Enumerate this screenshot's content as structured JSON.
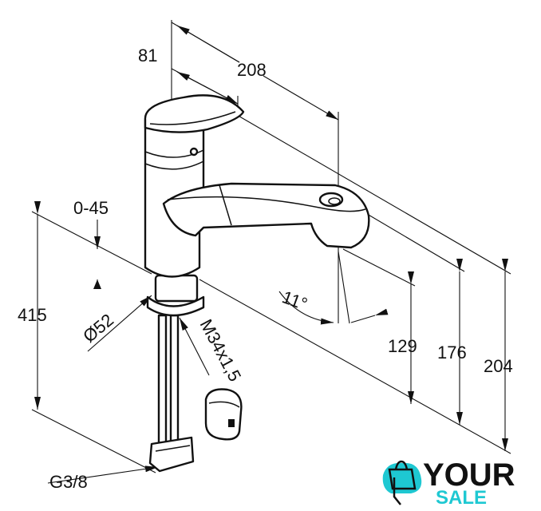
{
  "dimensions": {
    "offset_81": "81",
    "reach_208": "208",
    "deck_range": "0-45",
    "shank_415": "415",
    "base_diameter": "Ø52",
    "thread": "M34x1,5",
    "angle": "11°",
    "height_129": "129",
    "height_176": "176",
    "height_204": "204",
    "connection": "G3/8"
  },
  "logo": {
    "line1": "YOUR",
    "line2": "SALE",
    "accent": "#1ec8d2"
  }
}
